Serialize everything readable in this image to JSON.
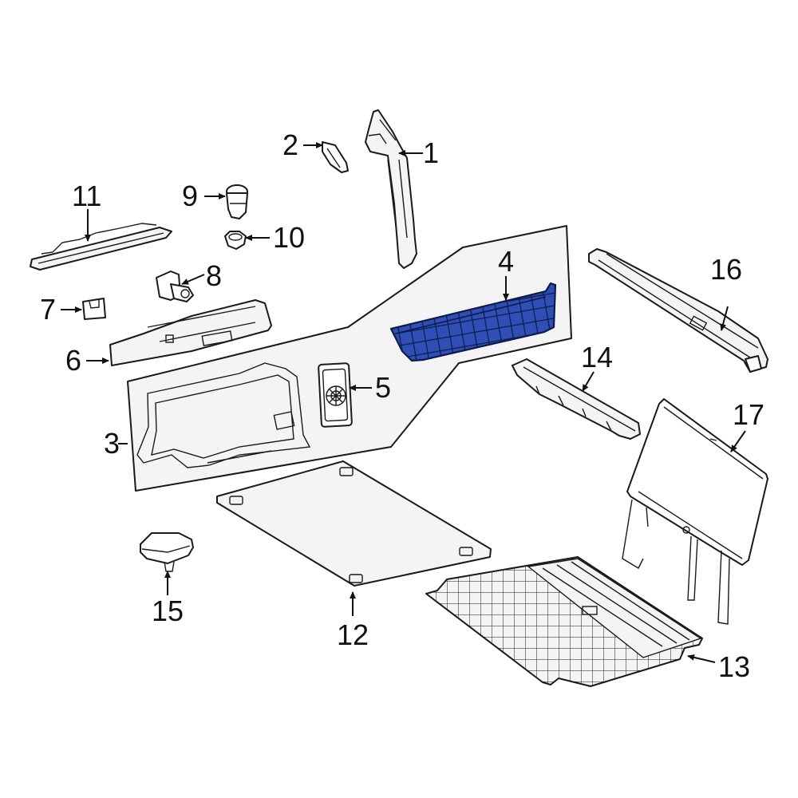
{
  "diagram": {
    "highlight_color": "#3a5bbf",
    "highlight_fill": "#2f4fb5",
    "line_color": "#1a1a1a",
    "fill_color": "#f4f4f4",
    "callouts": {
      "c1": "1",
      "c2": "2",
      "c3": "3",
      "c4": "4",
      "c5": "5",
      "c6": "6",
      "c7": "7",
      "c8": "8",
      "c9": "9",
      "c10": "10",
      "c11": "11",
      "c12": "12",
      "c13": "13",
      "c14": "14",
      "c15": "15",
      "c16": "16",
      "c17": "17"
    },
    "highlighted_part": "4"
  }
}
